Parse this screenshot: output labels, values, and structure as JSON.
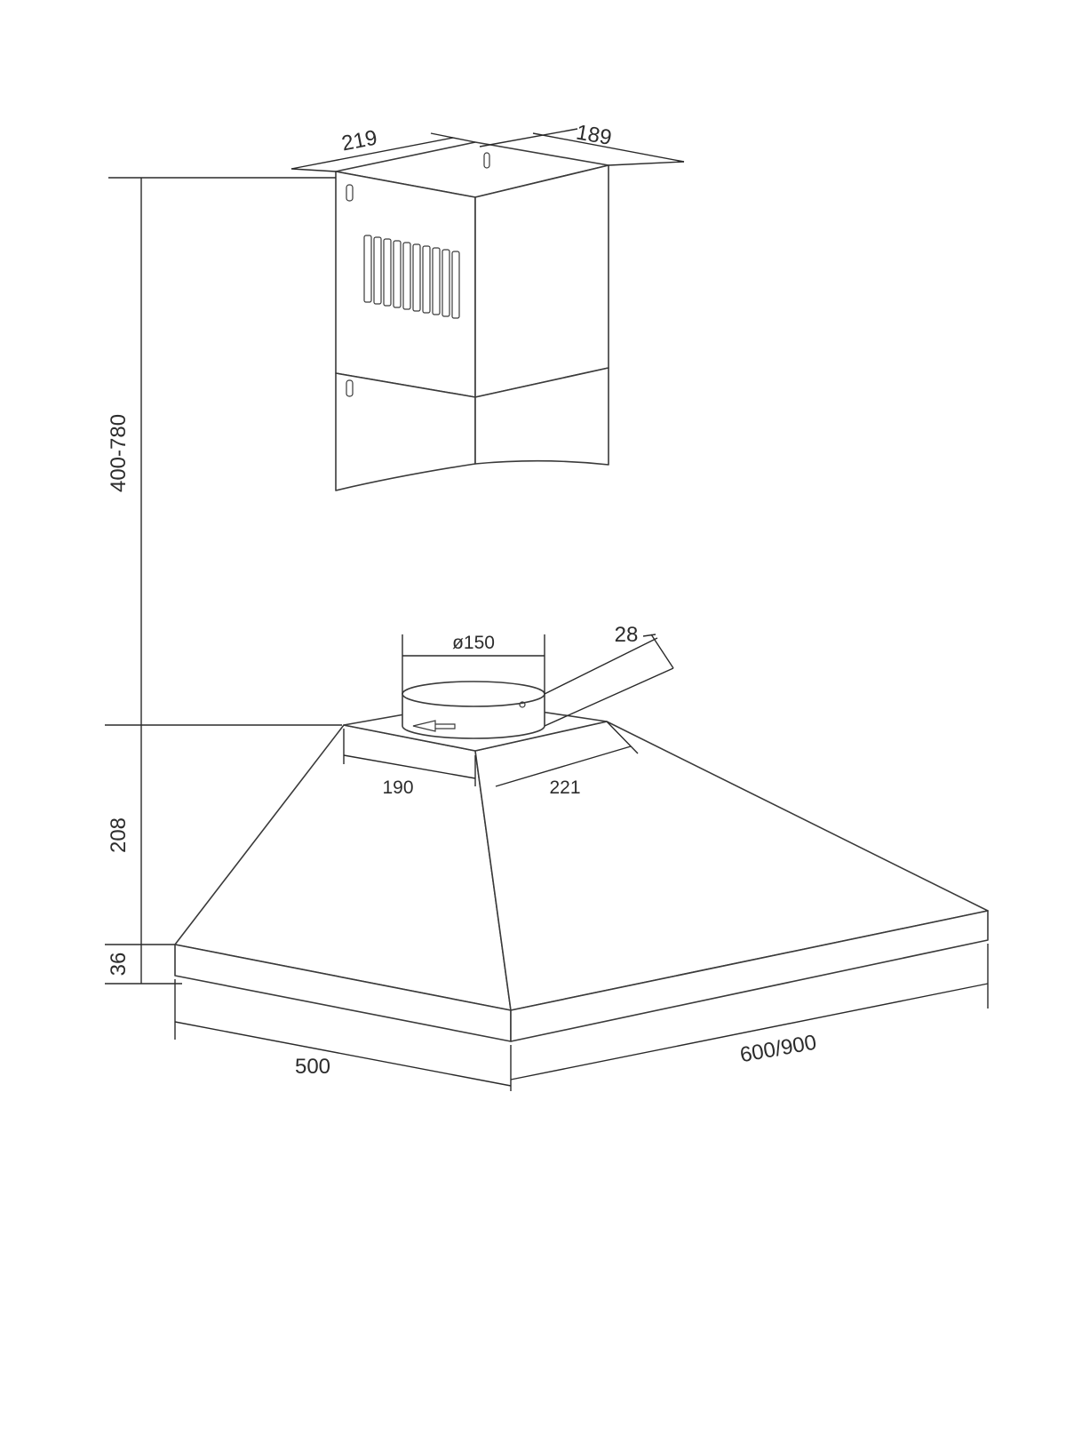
{
  "chimney": {
    "width_label": "219",
    "depth_label": "189"
  },
  "heights": {
    "chimney_range_label": "400-780",
    "canopy_height_label": "208",
    "base_band_label": "36"
  },
  "outlet": {
    "diameter_label": "ø150",
    "collar_label": "28",
    "top_width_label": "190",
    "top_depth_label": "221"
  },
  "base": {
    "depth_label": "500",
    "width_label": "600/900"
  },
  "colors": {
    "line": "#3a3a3a",
    "text": "#2c2c2c",
    "background": "#ffffff"
  }
}
